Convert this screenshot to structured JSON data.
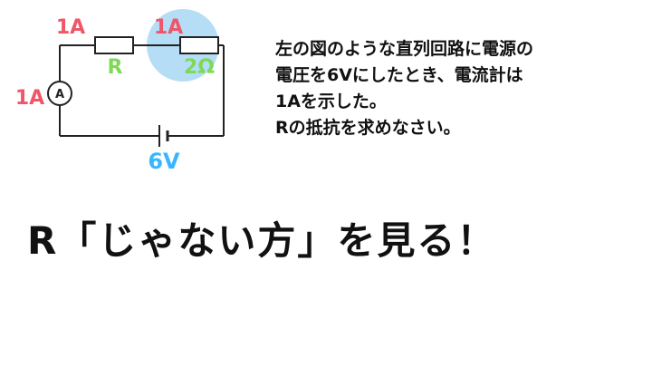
{
  "circuit": {
    "current_top_left": "1A",
    "current_top_right": "1A",
    "current_left": "1A",
    "resistor_r_label": "R",
    "resistor_2_label": "2Ω",
    "ammeter_symbol": "A",
    "battery_label": "6V"
  },
  "problem": {
    "lines": [
      "左の図のような直列回路に電源の",
      "電圧を6Vにしたとき、電流計は",
      "1Aを示した。",
      "Rの抵抗を求めなさい。"
    ]
  },
  "headline": "R「じゃない方」を見る！",
  "colors": {
    "current": "#f0566a",
    "resistor_label": "#7ed957",
    "voltage": "#38b6ff",
    "highlight": "#a8d8f5",
    "wire": "#222222"
  }
}
